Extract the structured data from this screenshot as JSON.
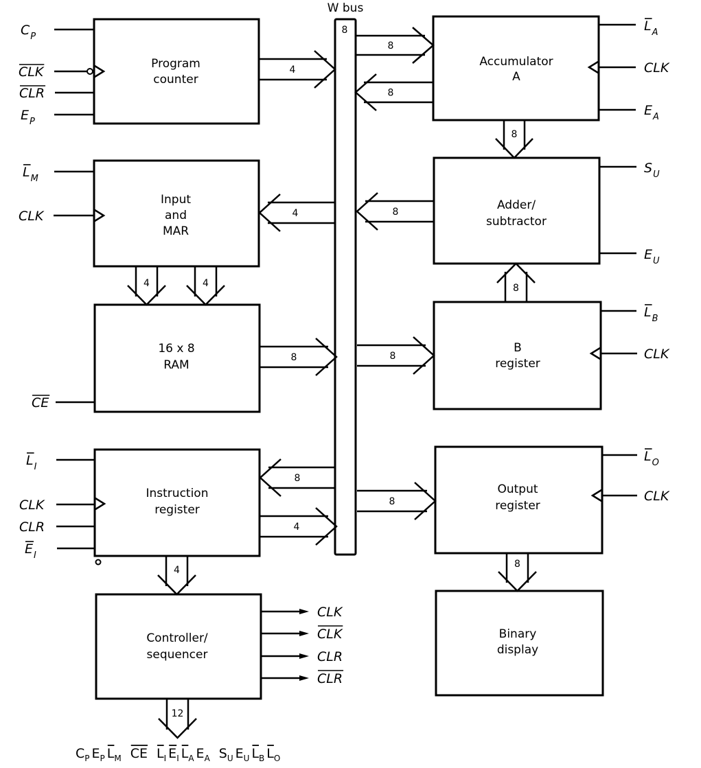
{
  "diagram": {
    "bus": {
      "title": "W bus",
      "width": "8"
    },
    "blocks": {
      "program_counter": {
        "line1": "Program",
        "line2": "counter"
      },
      "input_mar": {
        "line1": "Input",
        "line2": "and",
        "line3": "MAR"
      },
      "ram": {
        "line1": "16 x 8",
        "line2": "RAM"
      },
      "instruction_register": {
        "line1": "Instruction",
        "line2": "register"
      },
      "controller": {
        "line1": "Controller/",
        "line2": "sequencer"
      },
      "accumulator": {
        "line1": "Accumulator",
        "line2": "A"
      },
      "adder": {
        "line1": "Adder/",
        "line2": "subtractor"
      },
      "b_register": {
        "line1": "B",
        "line2": "register"
      },
      "output_register": {
        "line1": "Output",
        "line2": "register"
      },
      "binary_display": {
        "line1": "Binary",
        "line2": "display"
      }
    },
    "signals": {
      "pc": [
        {
          "main": "C",
          "sub": "P",
          "bar": false
        },
        {
          "main": "CLK",
          "sub": "",
          "bar": true
        },
        {
          "main": "CLR",
          "sub": "",
          "bar": true
        },
        {
          "main": "E",
          "sub": "P",
          "bar": false
        }
      ],
      "mar": [
        {
          "main": "L",
          "sub": "M",
          "bar": true
        },
        {
          "main": "CLK",
          "sub": "",
          "bar": false
        }
      ],
      "ram": [
        {
          "main": "CE",
          "sub": "",
          "bar": true
        }
      ],
      "ir": [
        {
          "main": "L",
          "sub": "I",
          "bar": true
        },
        {
          "main": "CLK",
          "sub": "",
          "bar": false
        },
        {
          "main": "CLR",
          "sub": "",
          "bar": false
        },
        {
          "main": "E",
          "sub": "I",
          "bar": true
        }
      ],
      "acc": [
        {
          "main": "L",
          "sub": "A",
          "bar": true
        },
        {
          "main": "CLK",
          "sub": "",
          "bar": false
        },
        {
          "main": "E",
          "sub": "A",
          "bar": false
        }
      ],
      "adder": [
        {
          "main": "S",
          "sub": "U",
          "bar": false
        },
        {
          "main": "E",
          "sub": "U",
          "bar": false
        }
      ],
      "b": [
        {
          "main": "L",
          "sub": "B",
          "bar": true
        },
        {
          "main": "CLK",
          "sub": "",
          "bar": false
        }
      ],
      "out": [
        {
          "main": "L",
          "sub": "O",
          "bar": true
        },
        {
          "main": "CLK",
          "sub": "",
          "bar": false
        }
      ],
      "controller_outputs": [
        {
          "main": "CLK",
          "bar": false
        },
        {
          "main": "CLK",
          "bar": true
        },
        {
          "main": "CLR",
          "bar": false
        },
        {
          "main": "CLR",
          "bar": true
        }
      ]
    },
    "bus_widths": {
      "pc_to_bus": "4",
      "bus_to_acc": "8",
      "acc_to_bus": "8",
      "acc_to_adder": "8",
      "bus_to_mar": "4",
      "adder_to_bus": "8",
      "mar_to_ram_left": "4",
      "mar_to_ram_right": "4",
      "b_to_adder": "8",
      "ram_to_bus": "8",
      "bus_to_b": "8",
      "bus_to_ir": "8",
      "ir_to_bus": "4",
      "bus_to_out": "8",
      "ir_to_controller": "4",
      "out_to_display": "8",
      "controller_word": "12"
    },
    "control_word": [
      {
        "main": "C",
        "sub": "P",
        "bar": false
      },
      {
        "main": "E",
        "sub": "P",
        "bar": false
      },
      {
        "main": "L",
        "sub": "M",
        "bar": true
      },
      {
        "main": "CE",
        "sub": "",
        "bar": true
      },
      {
        "main": "L",
        "sub": "I",
        "bar": true
      },
      {
        "main": "E",
        "sub": "I",
        "bar": true
      },
      {
        "main": "L",
        "sub": "A",
        "bar": true
      },
      {
        "main": "E",
        "sub": "A",
        "bar": false
      },
      {
        "main": "S",
        "sub": "U",
        "bar": false
      },
      {
        "main": "E",
        "sub": "U",
        "bar": false
      },
      {
        "main": "L",
        "sub": "B",
        "bar": true
      },
      {
        "main": "L",
        "sub": "O",
        "bar": true
      }
    ]
  }
}
